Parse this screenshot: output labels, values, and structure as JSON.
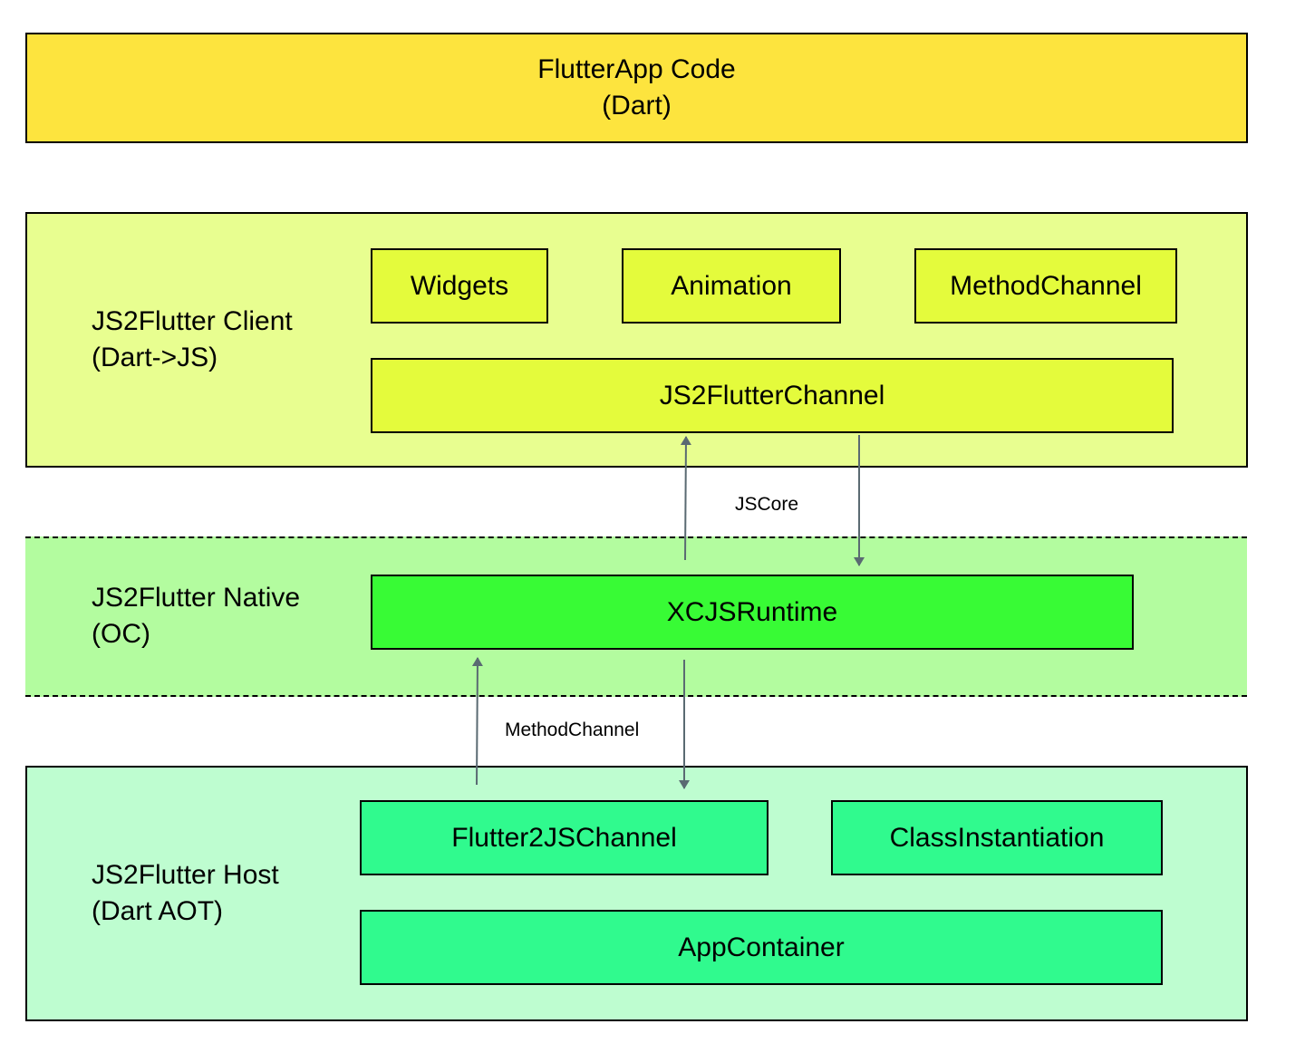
{
  "colors": {
    "app_layer": "#FDE43E",
    "client_layer": "#E8FE90",
    "client_box": "#E4FB3C",
    "native_layer": "#B3FC9F",
    "native_box": "#38FB35",
    "host_layer": "#BEFDD0",
    "host_box": "#30FA8E",
    "arrow": "#5A6A72",
    "border": "#000000"
  },
  "app_layer": {
    "title": "FlutterApp Code",
    "subtitle": "(Dart)"
  },
  "client_layer": {
    "title": "JS2Flutter Client",
    "subtitle": "(Dart->JS)",
    "boxes": {
      "widgets": "Widgets",
      "animation": "Animation",
      "method_channel": "MethodChannel",
      "js2flutter_channel": "JS2FlutterChannel"
    }
  },
  "connector_top": {
    "label": "JSCore"
  },
  "native_layer": {
    "title": "JS2Flutter Native",
    "subtitle": "(OC)",
    "boxes": {
      "runtime": "XCJSRuntime"
    }
  },
  "connector_bottom": {
    "label": "MethodChannel"
  },
  "host_layer": {
    "title": "JS2Flutter Host",
    "subtitle": "(Dart AOT)",
    "boxes": {
      "flutter2js_channel": "Flutter2JSChannel",
      "class_instantiation": "ClassInstantiation",
      "app_container": "AppContainer"
    }
  }
}
